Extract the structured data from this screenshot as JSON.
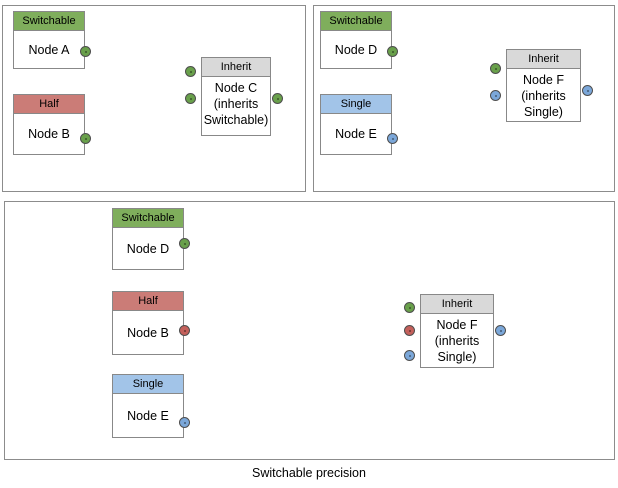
{
  "diagram": {
    "caption": "Switchable precision",
    "colors": {
      "switchable": "#7FAE5C",
      "half": "#CB7C77",
      "single": "#A2C4E8",
      "inherit": "#D9D9D9",
      "port_green": "#69A04B",
      "port_red": "#C4605B",
      "port_blue": "#7BA7D9",
      "border": "#888888",
      "panel_border": "#8C8C8C",
      "edge": "#333333"
    },
    "panels": [
      {
        "id": "panel-1",
        "nodes": [
          {
            "id": "node-a",
            "header": "Switchable",
            "headerColor": "green",
            "body": "Node A"
          },
          {
            "id": "node-b",
            "header": "Half",
            "headerColor": "red",
            "body": "Node B"
          },
          {
            "id": "node-c",
            "header": "Inherit",
            "headerColor": "gray",
            "body": "Node C\n(inherits\nSwitchable)"
          }
        ],
        "ports": [
          {
            "id": "port-a-out",
            "color": "green"
          },
          {
            "id": "port-b-out",
            "color": "green"
          },
          {
            "id": "port-c-in-1",
            "color": "green"
          },
          {
            "id": "port-c-in-2",
            "color": "green"
          },
          {
            "id": "port-c-out",
            "color": "green"
          }
        ]
      },
      {
        "id": "panel-2",
        "nodes": [
          {
            "id": "node-d",
            "header": "Switchable",
            "headerColor": "green",
            "body": "Node D"
          },
          {
            "id": "node-e",
            "header": "Single",
            "headerColor": "blue",
            "body": "Node E"
          },
          {
            "id": "node-f",
            "header": "Inherit",
            "headerColor": "gray",
            "body": "Node F\n(inherits\nSingle)"
          }
        ],
        "ports": [
          {
            "id": "port-d-out",
            "color": "green"
          },
          {
            "id": "port-e-out",
            "color": "blue"
          },
          {
            "id": "port-f-in-1",
            "color": "green"
          },
          {
            "id": "port-f-in-2",
            "color": "blue"
          },
          {
            "id": "port-f-out",
            "color": "blue"
          }
        ]
      },
      {
        "id": "panel-3",
        "nodes": [
          {
            "id": "node-d2",
            "header": "Switchable",
            "headerColor": "green",
            "body": "Node D"
          },
          {
            "id": "node-b2",
            "header": "Half",
            "headerColor": "red",
            "body": "Node B"
          },
          {
            "id": "node-e2",
            "header": "Single",
            "headerColor": "blue",
            "body": "Node E"
          },
          {
            "id": "node-f2",
            "header": "Inherit",
            "headerColor": "gray",
            "body": "Node F\n(inherits\nSingle)"
          }
        ],
        "ports": [
          {
            "id": "port-d2-out",
            "color": "green"
          },
          {
            "id": "port-b2-out",
            "color": "red"
          },
          {
            "id": "port-e2-out",
            "color": "blue"
          },
          {
            "id": "port-f2-in-1",
            "color": "green"
          },
          {
            "id": "port-f2-in-2",
            "color": "red"
          },
          {
            "id": "port-f2-in-3",
            "color": "blue"
          },
          {
            "id": "port-f2-out",
            "color": "blue"
          }
        ]
      }
    ]
  }
}
